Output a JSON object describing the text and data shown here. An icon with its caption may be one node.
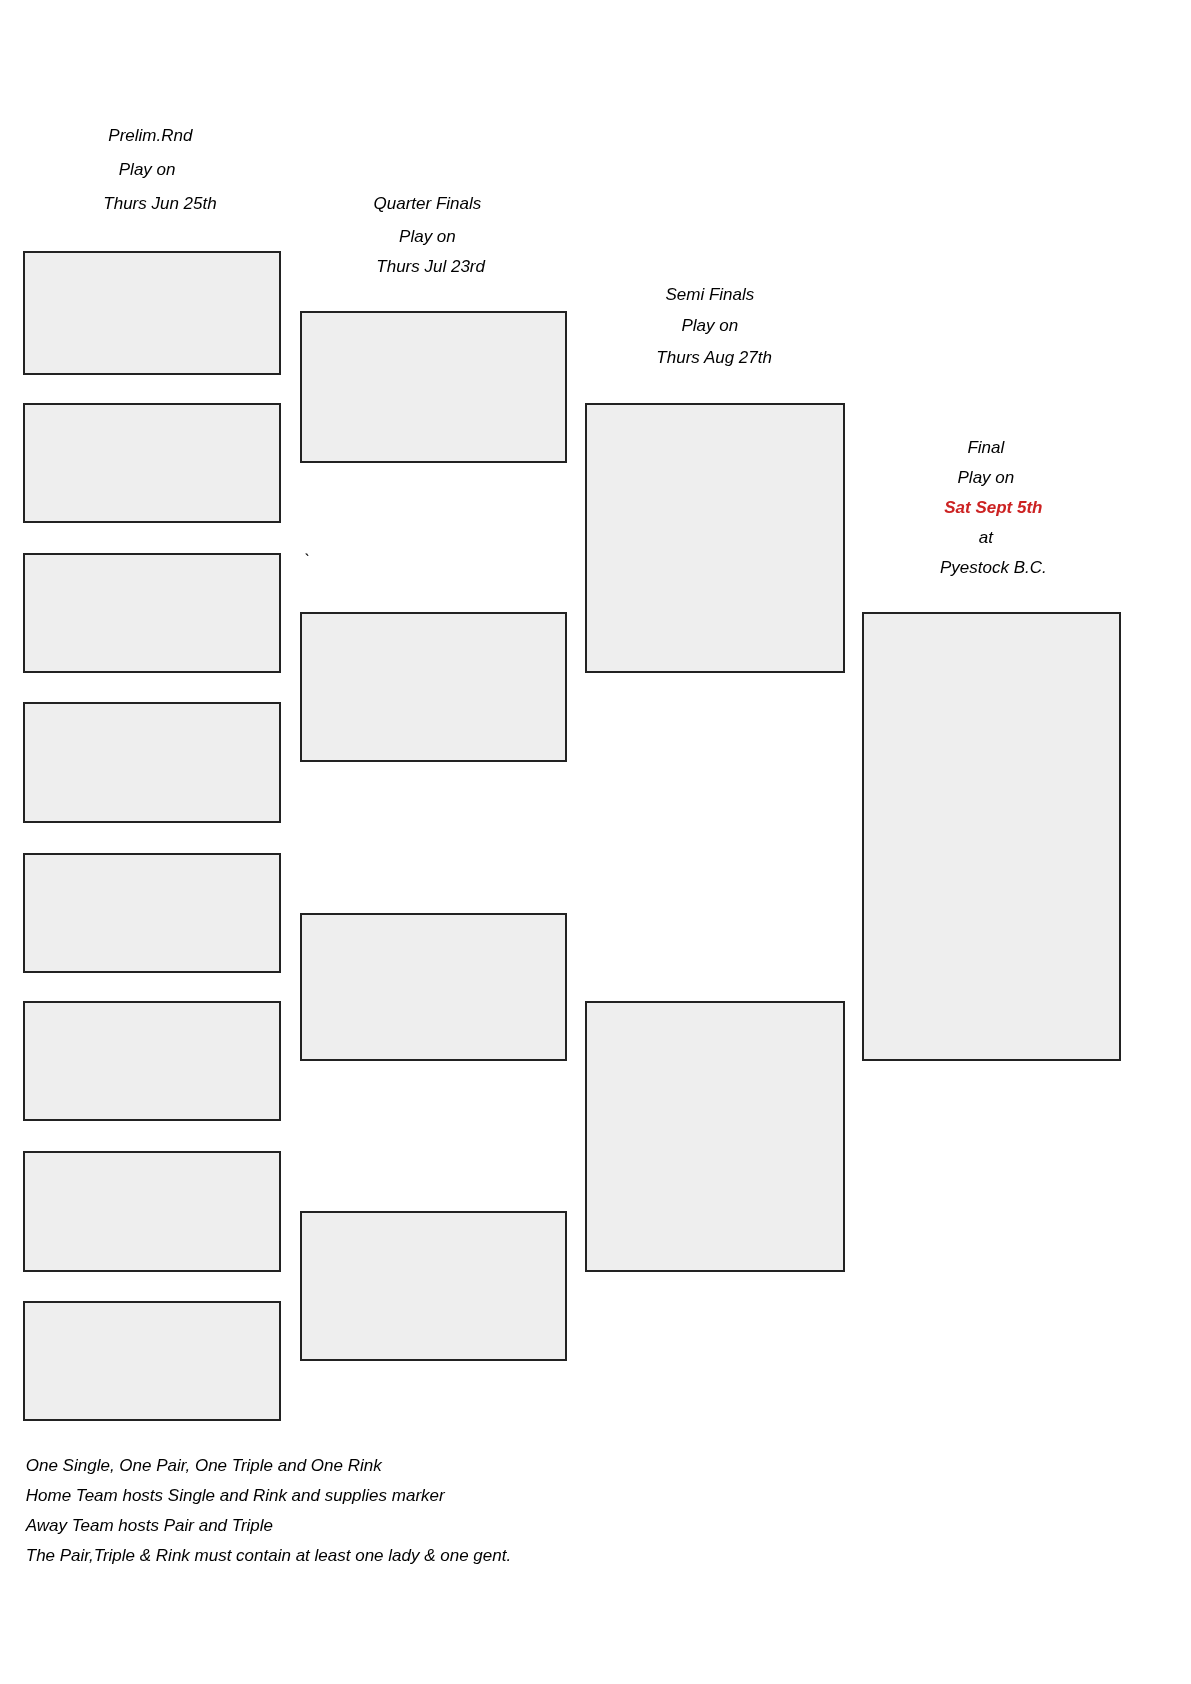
{
  "diagram": {
    "nodes": [
      {
        "text": [],
        "shape": "box"
      },
      {
        "text": [],
        "shape": "box"
      },
      {
        "text": [],
        "shape": "box"
      },
      {
        "text": [],
        "shape": "box"
      },
      {
        "text": [],
        "shape": "box"
      },
      {
        "text": [],
        "shape": "box"
      },
      {
        "text": [],
        "shape": "box"
      },
      {
        "text": [],
        "shape": "box"
      },
      {
        "text": [],
        "shape": "box"
      },
      {
        "text": [],
        "shape": "box"
      },
      {
        "text": [],
        "shape": "box"
      },
      {
        "text": [],
        "shape": "box"
      },
      {
        "text": [],
        "shape": "box"
      },
      {
        "text": [],
        "shape": "box"
      },
      {
        "text": [],
        "shape": "box"
      }
    ],
    "labels": [
      "Prelim.Rnd",
      "Play on",
      "Thurs Jun 25th",
      "Quarter Finals",
      "Play on",
      "Thurs Jul 23rd",
      "Semi Finals",
      "Play on",
      "Thurs Aug 27th",
      "Final",
      "Play on",
      "Sat Sept 5th",
      "at",
      "Pyestock B.C.",
      "`",
      "One Single, One Pair, One Triple and One Rink",
      "Home Team hosts Single and Rink and supplies marker",
      "Away Team hosts Pair and Triple",
      "The Pair,Triple & Rink must contain at least one lady & one gent."
    ]
  }
}
